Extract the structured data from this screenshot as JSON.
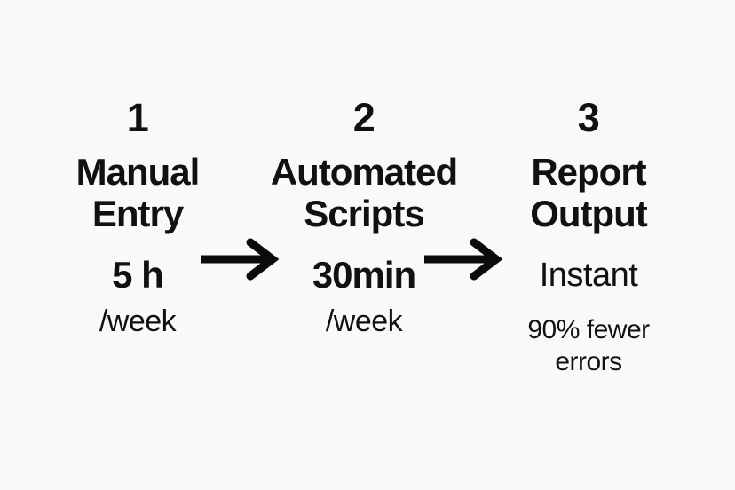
{
  "theme": {
    "background": "#faf9f7",
    "text": "#111111",
    "arrow": "#0b0b0b"
  },
  "flow": {
    "arrows": [
      {
        "name": "arrow-stage1-to-stage2",
        "glyph": "right-arrow"
      },
      {
        "name": "arrow-stage2-to-stage3",
        "glyph": "right-arrow"
      }
    ],
    "stages": [
      {
        "number": "1",
        "title": "Manual\nEntry",
        "metric_primary": "5 h",
        "metric_secondary": "/week"
      },
      {
        "number": "2",
        "title": "Automated\nScripts",
        "metric_primary": "30min",
        "metric_secondary": "/week"
      },
      {
        "number": "3",
        "title": "Report\nOutput",
        "metric_primary": "Instant",
        "metric_secondary": "90% fewer\nerrors"
      }
    ]
  }
}
